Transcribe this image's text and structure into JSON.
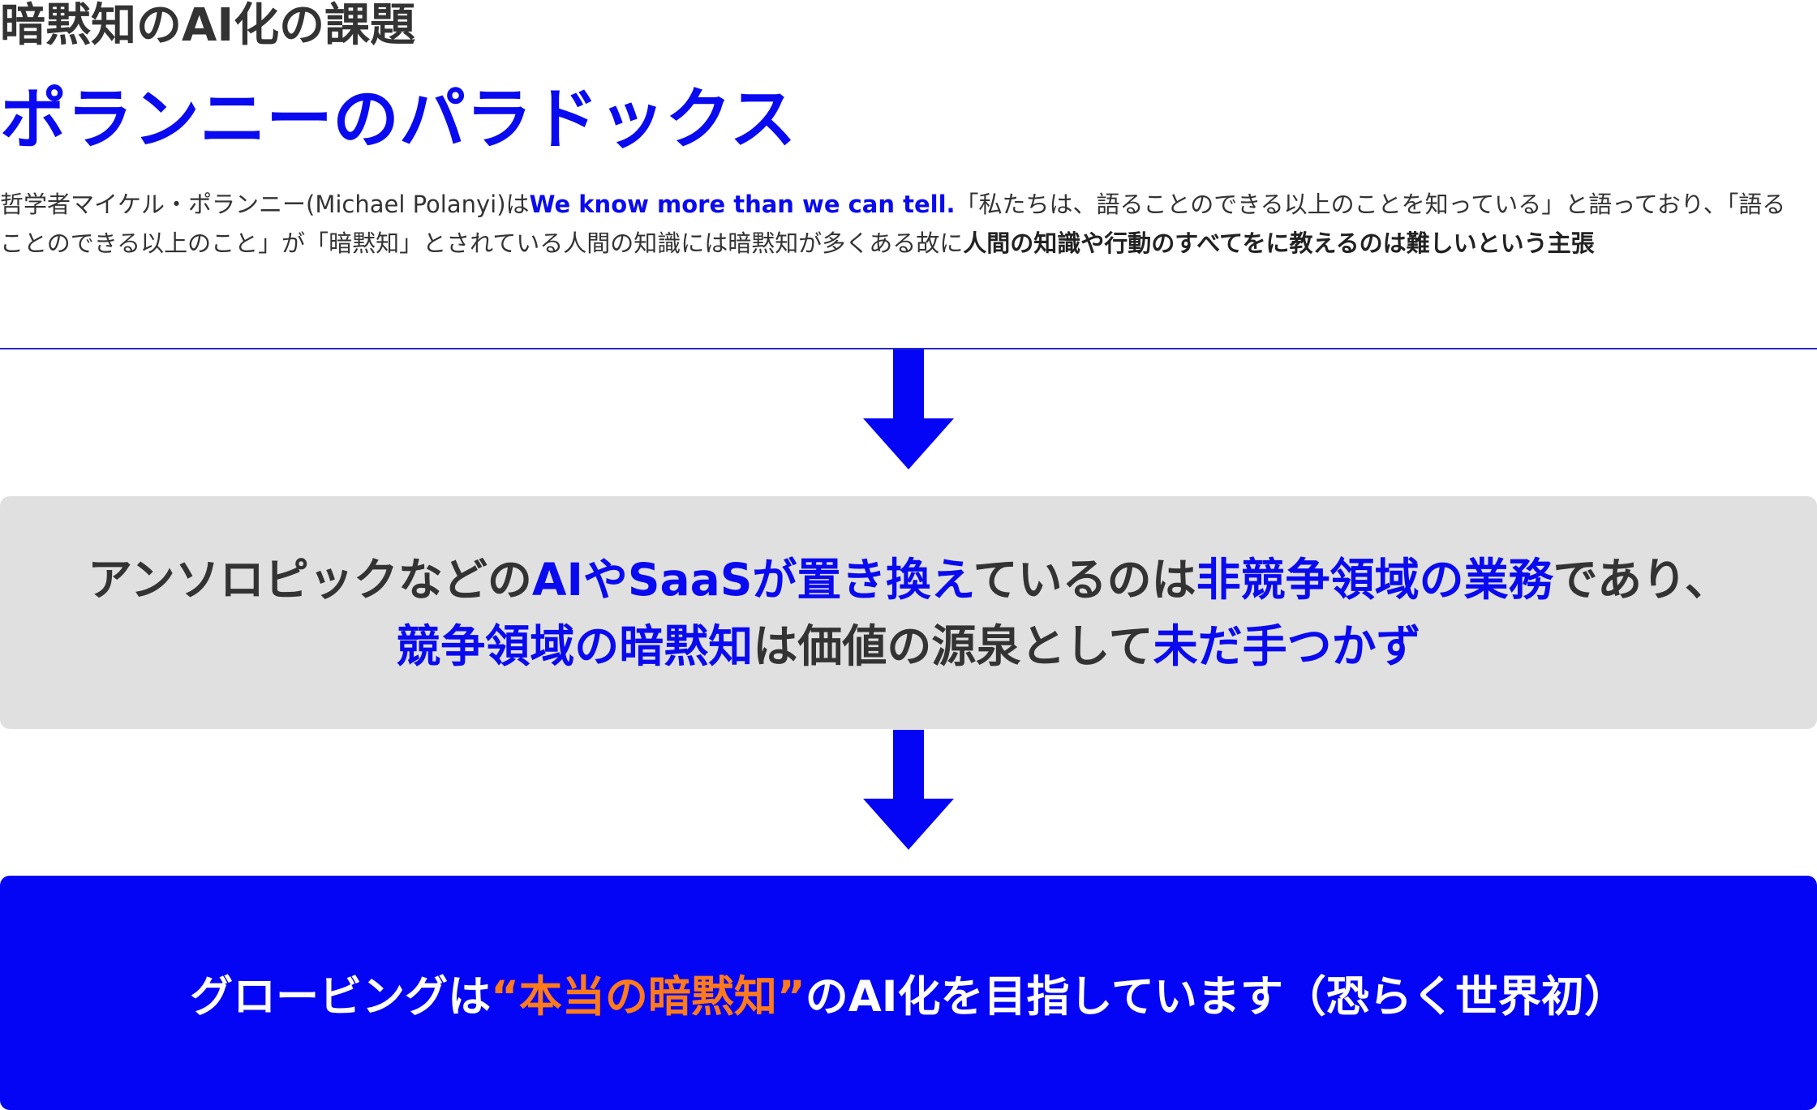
{
  "header": {
    "title": "暗黙知のAI化の課題",
    "subtitle": "ポランニーのパラドックス"
  },
  "paragraph": {
    "intro": "哲学者マイケル・ポランニー(Michael Polanyi)は",
    "quote_en": "We know more than we can tell.",
    "body": "「私たちは、語ることのできる以上のことを知っている」と語っており、「語ることのできる以上のこと」が「暗黙知」とされている人間の知識には暗黙知が多くある故に",
    "emphasis": "人間の知識や行動のすべてをに教えるのは難しいという主張"
  },
  "box1": {
    "line1": {
      "p1": "アンソロピックなどの",
      "p2": "AIやSaaSが置き換え",
      "p3": "ているのは",
      "p4": "非競争領域の業務",
      "p5": "であり、"
    },
    "line2": {
      "p1": "競争領域の暗黙知",
      "p2": "は価値の源泉として",
      "p3": "未だ手つかず"
    }
  },
  "box2": {
    "p1": "グロービングは",
    "p2": "“本当の暗黙知”",
    "p3": "のAI化を目指しています（恐らく世界初）"
  },
  "colors": {
    "accent_blue": "#0a0af0",
    "box_blue": "#0505f5",
    "box_gray": "#e0e0e0",
    "highlight_orange": "#ff7a1a",
    "text_dark": "#333333"
  },
  "icons": {
    "arrow1": "arrow-down-icon",
    "arrow2": "arrow-down-icon"
  }
}
